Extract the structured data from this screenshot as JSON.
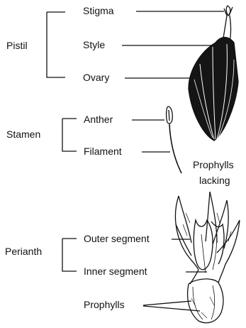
{
  "groups": {
    "pistil": {
      "label": "Pistil",
      "parts": [
        "Stigma",
        "Style",
        "Ovary"
      ]
    },
    "stamen": {
      "label": "Stamen",
      "parts": [
        "Anther",
        "Filament"
      ]
    },
    "perianth": {
      "label": "Perianth",
      "parts": [
        "Outer segment",
        "Inner segment"
      ]
    }
  },
  "captions": {
    "prophylls_lacking_1": "Prophylls",
    "prophylls_lacking_2": "lacking",
    "prophylls": "Prophylls"
  },
  "colors": {
    "ink": "#111111",
    "shade": "#1a1a1a"
  }
}
